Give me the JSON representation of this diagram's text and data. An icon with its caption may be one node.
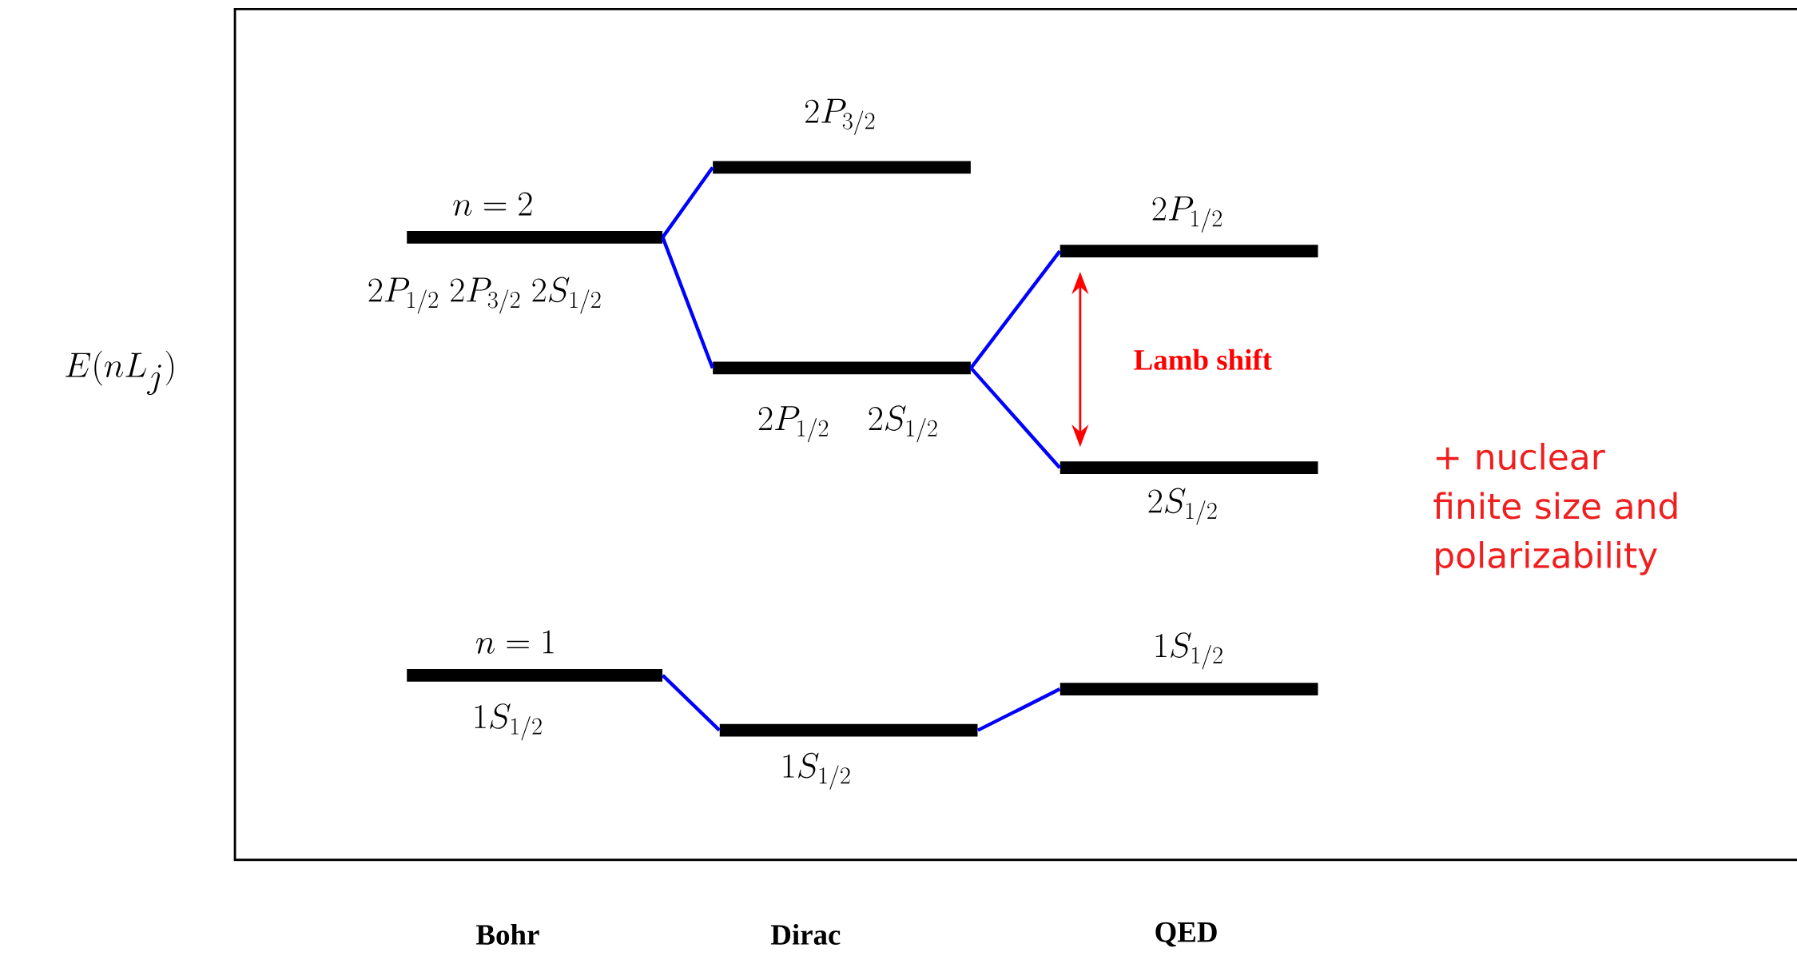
{
  "diagram": {
    "nodes": [
      {
        "text": [
          "n = 2",
          "2P_{1/2}\\;2P_{3/2}\\;2S_{1/2}"
        ]
      },
      {
        "text": [
          "n = 1",
          "1S_{1/2}"
        ]
      },
      {
        "text": [
          "2P_{3/2}"
        ]
      },
      {
        "text": [
          "2P_{1/2}\\quad 2S_{1/2}"
        ]
      },
      {
        "text": [
          "1S_{1/2}"
        ]
      },
      {
        "text": [
          "2P_{1/2}"
        ]
      },
      {
        "text": [
          "2S_{1/2}"
        ]
      },
      {
        "text": [
          "1S_{1/2}"
        ]
      }
    ],
    "edges": [
      {
        "from": 0,
        "to": 2,
        "arrow": "none"
      },
      {
        "from": 0,
        "to": 3,
        "arrow": "none"
      },
      {
        "from": 3,
        "to": 5,
        "arrow": "none"
      },
      {
        "from": 3,
        "to": 6,
        "arrow": "none"
      },
      {
        "from": 1,
        "to": 4,
        "arrow": "none"
      },
      {
        "from": 4,
        "to": 7,
        "arrow": "none"
      },
      {
        "from": 5,
        "to": 6,
        "arrow": "both",
        "label": "Lamb shift",
        "color": "#ff0000"
      }
    ],
    "labels": [
      "E(nL_j)",
      "+ nuclear finite size and polarizability",
      "Bohr",
      "Dirac",
      "QED"
    ]
  }
}
